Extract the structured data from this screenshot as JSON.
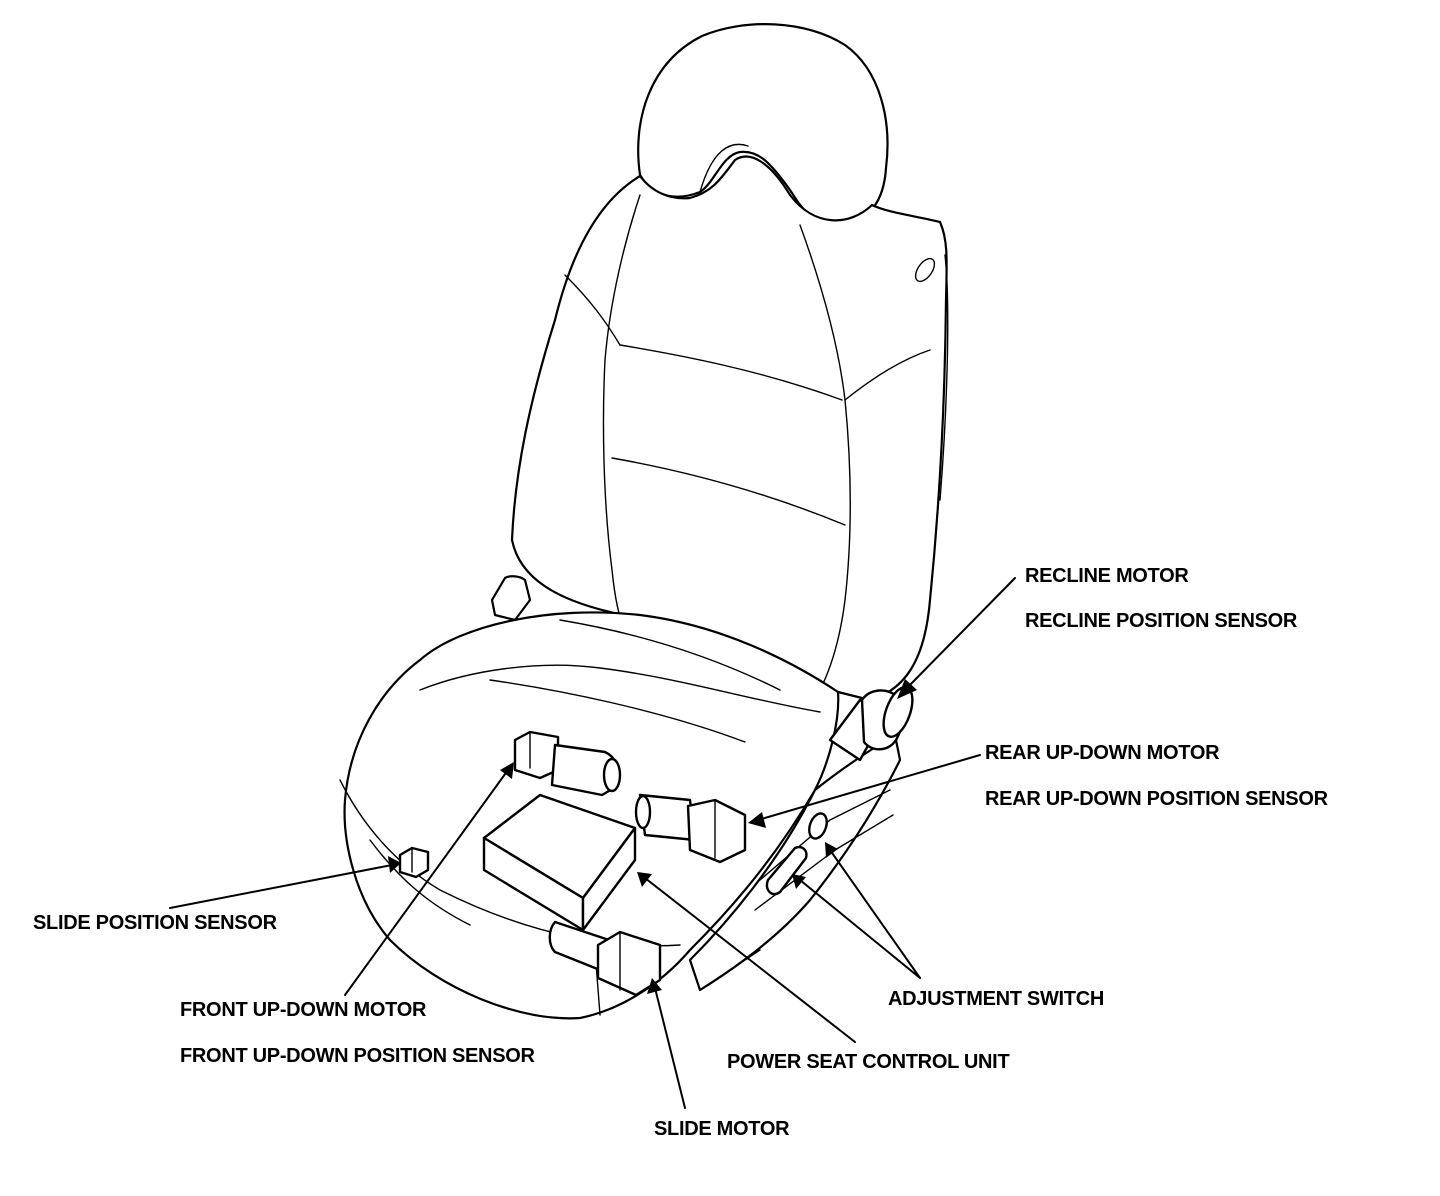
{
  "diagram": {
    "colors": {
      "ink": "#000000",
      "paper": "#ffffff"
    },
    "labels": {
      "recline_motor": "RECLINE MOTOR",
      "recline_position_sensor": "RECLINE POSITION SENSOR",
      "rear_up_down_motor": "REAR UP-DOWN MOTOR",
      "rear_up_down_position_sensor": "REAR UP-DOWN POSITION SENSOR",
      "slide_position_sensor": "SLIDE POSITION SENSOR",
      "front_up_down_motor": "FRONT UP-DOWN MOTOR",
      "front_up_down_position_sensor": "FRONT UP-DOWN POSITION SENSOR",
      "adjustment_switch": "ADJUSTMENT SWITCH",
      "power_seat_control_unit": "POWER SEAT CONTROL UNIT",
      "slide_motor": "SLIDE MOTOR"
    }
  }
}
